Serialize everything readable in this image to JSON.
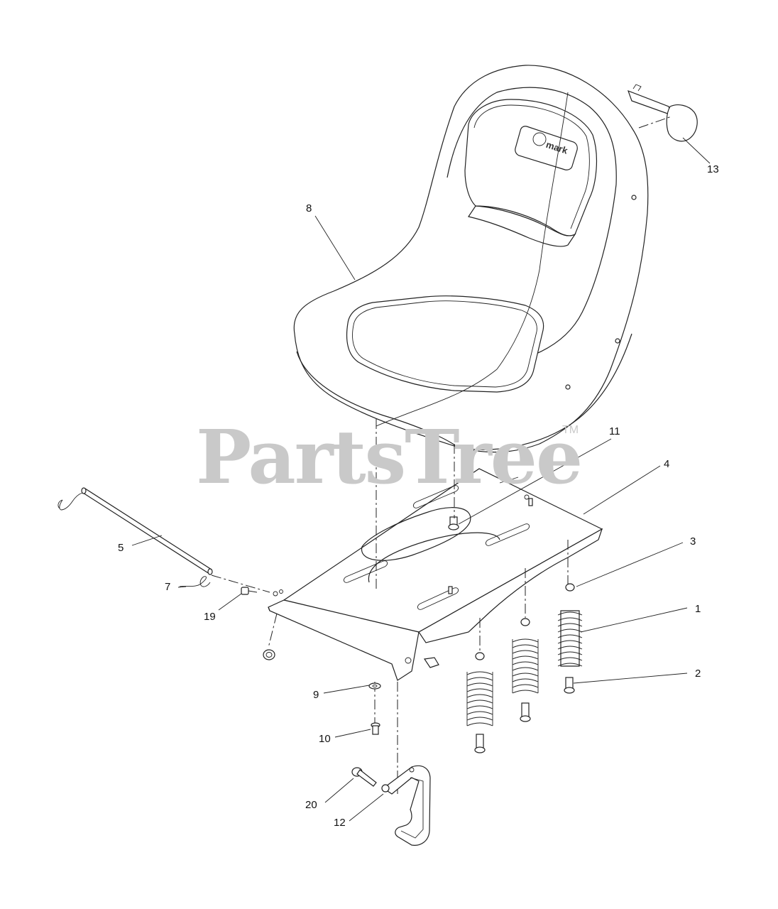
{
  "watermark": {
    "text": "PartsTree",
    "mark": "TM"
  },
  "logo": {
    "text": "mark"
  },
  "callouts": [
    {
      "id": "c1",
      "label": "1"
    },
    {
      "id": "c2",
      "label": "2"
    },
    {
      "id": "c3",
      "label": "3"
    },
    {
      "id": "c4",
      "label": "4"
    },
    {
      "id": "c5",
      "label": "5"
    },
    {
      "id": "c7",
      "label": "7"
    },
    {
      "id": "c8",
      "label": "8"
    },
    {
      "id": "c9",
      "label": "9"
    },
    {
      "id": "c10",
      "label": "10"
    },
    {
      "id": "c11",
      "label": "11"
    },
    {
      "id": "c12",
      "label": "12"
    },
    {
      "id": "c13",
      "label": "13"
    },
    {
      "id": "c19",
      "label": "19"
    },
    {
      "id": "c20",
      "label": "20"
    }
  ]
}
